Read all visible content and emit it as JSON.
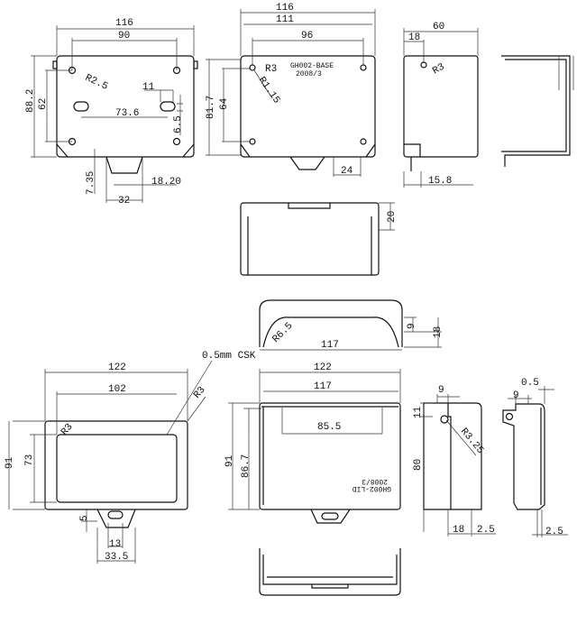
{
  "base_back": {
    "w_overall": "116",
    "hole_span_x": "90",
    "h_overall": "88.2",
    "hole_span_y": "62",
    "hole_radius": "R2.5",
    "slot_span": "73.6",
    "slot_w": "11",
    "slot_h": "6.5",
    "tab_offset": "7.35",
    "tab_inner": "18.20",
    "tab_w": "32"
  },
  "base_front": {
    "w_overall": "116",
    "w_inner": "111",
    "hole_span_x": "96",
    "h_overall": "81.7",
    "hole_span_y": "64",
    "r_outer": "R3",
    "r_inner": "R1.15",
    "label_line1": "GH002-BASE",
    "label_line2": "2008/3",
    "tab_dim": "24"
  },
  "base_side": {
    "depth": "60",
    "hole_offset": "18",
    "radius": "R3",
    "bottom": "15.8"
  },
  "base_bottom": {
    "height": "20"
  },
  "lid_top": {
    "radius": "R6.5",
    "width": "117",
    "inner": "9",
    "depth": "18"
  },
  "lid_front": {
    "w_overall": "122",
    "w_window": "102",
    "h_overall": "91",
    "h_window": "73",
    "csk_note": "0.5mm CSK",
    "r_outer": "R3",
    "r_window": "R3",
    "tab_h": "5",
    "tab_slot": "13",
    "tab_w": "33.5"
  },
  "lid_back": {
    "w_overall": "122",
    "w_inner": "117",
    "rib_span": "85.5",
    "h_overall": "91",
    "h_inner": "86.7",
    "label_line1": "GH002-LID",
    "label_line2": "2008/3"
  },
  "lid_side": {
    "hinge_w": "9",
    "hinge_h": "11",
    "hinge_r": "R3.25",
    "height": "80",
    "bottom_offset": "18",
    "thickness": "2.5"
  },
  "lid_section": {
    "wall": "0.5",
    "hinge_w": "9",
    "thickness": "2.5"
  }
}
